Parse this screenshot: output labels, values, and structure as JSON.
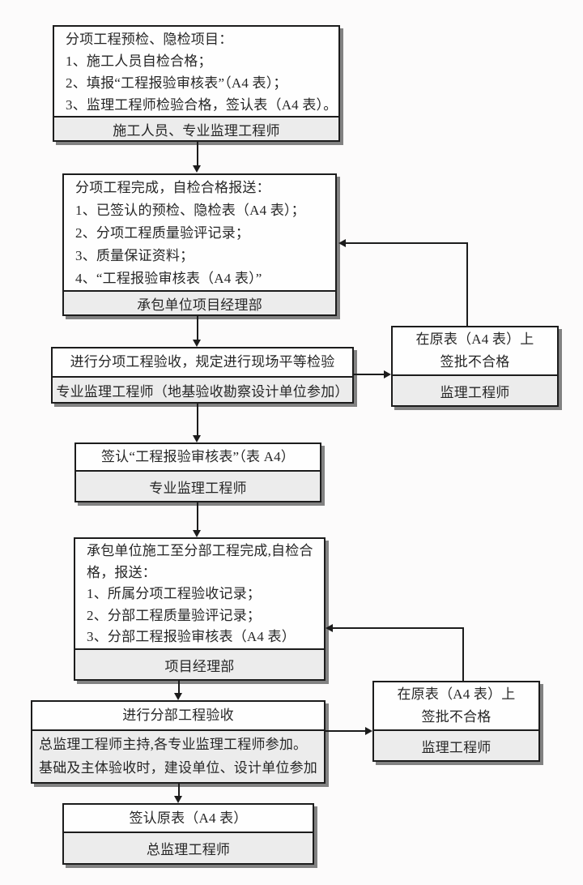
{
  "colors": {
    "border": "#1c1c1c",
    "footer_bg": "#ececec",
    "box_bg": "#fefefe",
    "shadow": "#828282",
    "page_bg": "#fcfbfb",
    "text": "#262626"
  },
  "boxes": {
    "b1": {
      "lines": [
        "分项工程预检、隐检项目：",
        "1、施工人员自检合格；",
        "2、填报“工程报验审核表”（A4 表）；",
        "3、监理工程师检验合格，签认表（A4 表）。"
      ],
      "footer": "施工人员、专业监理工程师"
    },
    "b2": {
      "lines": [
        "分项工程完成，自检合格报送：",
        "1、已签认的预检、隐检表（A4 表）；",
        "2、分项工程质量验评记录；",
        "3、质量保证资料；",
        "4、“工程报验审核表（A4 表）”"
      ],
      "footer": "承包单位项目经理部"
    },
    "b3": {
      "title": "进行分项工程验收，规定进行现场平等检验",
      "footer": "专业监理工程师（地基验收勘察设计单位参加）"
    },
    "r1": {
      "lines": [
        "在原表（A4 表）上",
        "签批不合格"
      ],
      "footer": "监理工程师"
    },
    "b4": {
      "title": "签认“工程报验审核表”（表 A4）",
      "footer": "专业监理工程师"
    },
    "b5": {
      "lines": [
        "承包单位施工至分部工程完成,自检合",
        "格，报送：",
        "1、所属分项工程验收记录；",
        "2、分部工程质量验评记录；",
        "3、分部工程报验审核表（A4 表）"
      ],
      "footer": "项目经理部"
    },
    "b6": {
      "title": "进行分部工程验收",
      "footer": "总监理工程师主持,各专业监理工程师参加。基础及主体验收时，建设单位、设计单位参加"
    },
    "r2": {
      "lines": [
        "在原表（A4 表）上",
        "签批不合格"
      ],
      "footer": "监理工程师"
    },
    "b7": {
      "title": "签认原表（A4 表）",
      "footer": "总监理工程师"
    }
  },
  "connections": [
    {
      "from": "b1",
      "to": "b2",
      "type": "down-arrow"
    },
    {
      "from": "b2",
      "to": "b3",
      "type": "down-arrow"
    },
    {
      "from": "b3",
      "to": "r1",
      "type": "right-arrow"
    },
    {
      "from": "r1",
      "to": "b2",
      "type": "feedback-up-left-arrow"
    },
    {
      "from": "b3",
      "to": "b4",
      "type": "down-arrow"
    },
    {
      "from": "b4",
      "to": "b5",
      "type": "down-arrow"
    },
    {
      "from": "b5",
      "to": "b6",
      "type": "down-arrow"
    },
    {
      "from": "b6",
      "to": "r2",
      "type": "right-arrow"
    },
    {
      "from": "r2",
      "to": "b5",
      "type": "feedback-up-left-arrow"
    },
    {
      "from": "b6",
      "to": "b7",
      "type": "down-arrow"
    }
  ]
}
